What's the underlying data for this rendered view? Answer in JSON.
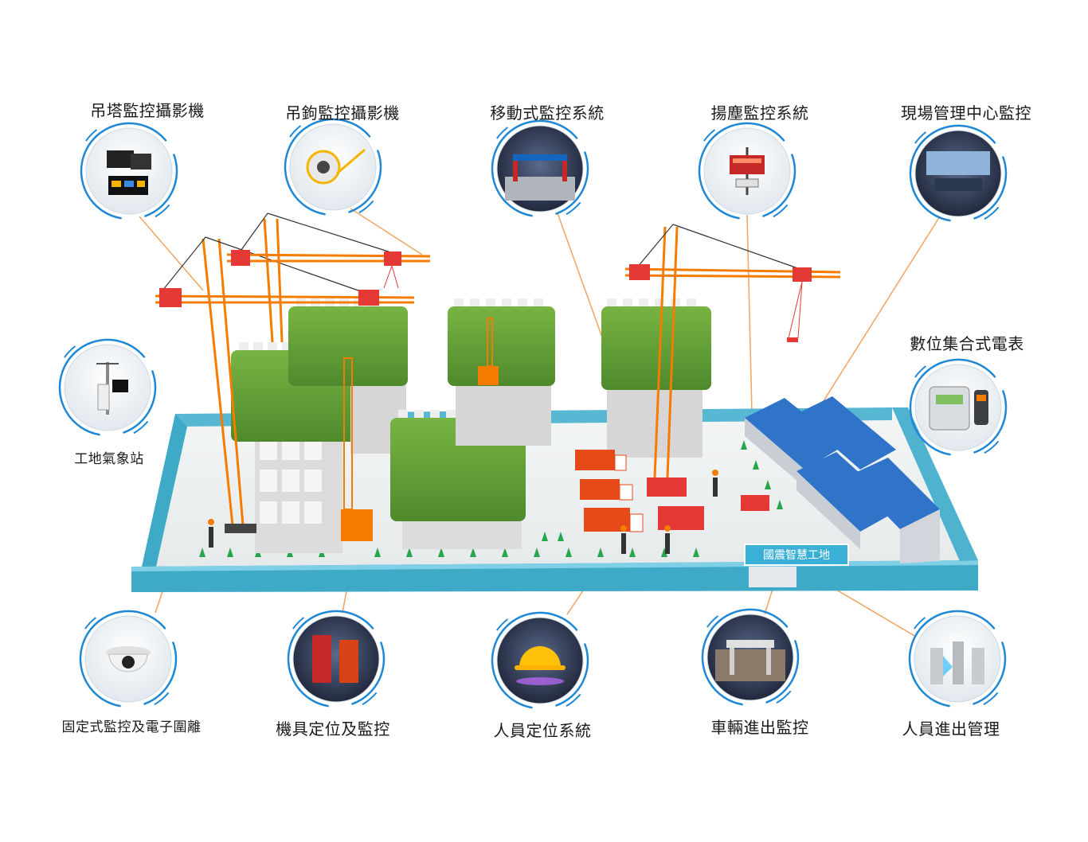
{
  "site_sign": "國震智慧工地",
  "modules": [
    {
      "id": "tower-crane-camera",
      "label": "吊塔監控攝影機",
      "icon": "monitor-screens-icon"
    },
    {
      "id": "hook-camera",
      "label": "吊鉤監控攝影機",
      "icon": "ptz-camera-icon"
    },
    {
      "id": "mobile-monitoring",
      "label": "移動式監控系統",
      "icon": "site-gate-icon"
    },
    {
      "id": "dust-monitoring",
      "label": "揚塵監控系統",
      "icon": "dust-sensor-sign-icon"
    },
    {
      "id": "site-control-center",
      "label": "現場管理中心監控",
      "icon": "control-room-icon"
    },
    {
      "id": "weather-station",
      "label": "工地氣象站",
      "icon": "weather-station-icon"
    },
    {
      "id": "digital-meter",
      "label": "數位集合式電表",
      "icon": "electric-meter-icon"
    },
    {
      "id": "fixed-camera-fence",
      "label": "固定式監控及電子圍離",
      "icon": "dome-camera-icon"
    },
    {
      "id": "equipment-positioning",
      "label": "機具定位及監控",
      "icon": "construction-hoist-icon"
    },
    {
      "id": "personnel-positioning",
      "label": "人員定位系統",
      "icon": "hard-hat-icon"
    },
    {
      "id": "vehicle-access",
      "label": "車輛進出監控",
      "icon": "vehicle-gate-icon"
    },
    {
      "id": "personnel-access",
      "label": "人員進出管理",
      "icon": "turnstile-icon"
    }
  ],
  "colors": {
    "ring": "#1e88d6",
    "leader": "#f0a868",
    "crane": "#f57c00",
    "greenery": "#5c9a34",
    "wall": "#3fa9c8",
    "roof": "#2f74c8",
    "sign": "#3ab0d6"
  }
}
